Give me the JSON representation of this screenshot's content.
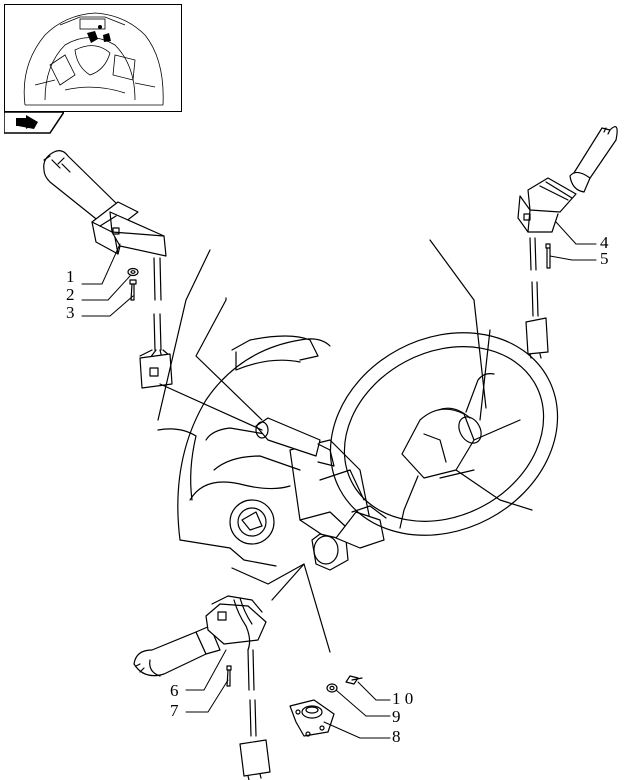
{
  "diagram": {
    "thumbnail": {
      "icon": "overview-thumbnail"
    },
    "nav_icon": "arrow-back-icon",
    "callouts": [
      {
        "id": "c1",
        "label": "1"
      },
      {
        "id": "c2",
        "label": "2"
      },
      {
        "id": "c3",
        "label": "3"
      },
      {
        "id": "c4",
        "label": "4"
      },
      {
        "id": "c5",
        "label": "5"
      },
      {
        "id": "c6",
        "label": "6"
      },
      {
        "id": "c7",
        "label": "7"
      },
      {
        "id": "c8",
        "label": "8"
      },
      {
        "id": "c9",
        "label": "9"
      },
      {
        "id": "c10",
        "label": "1 0"
      }
    ]
  }
}
